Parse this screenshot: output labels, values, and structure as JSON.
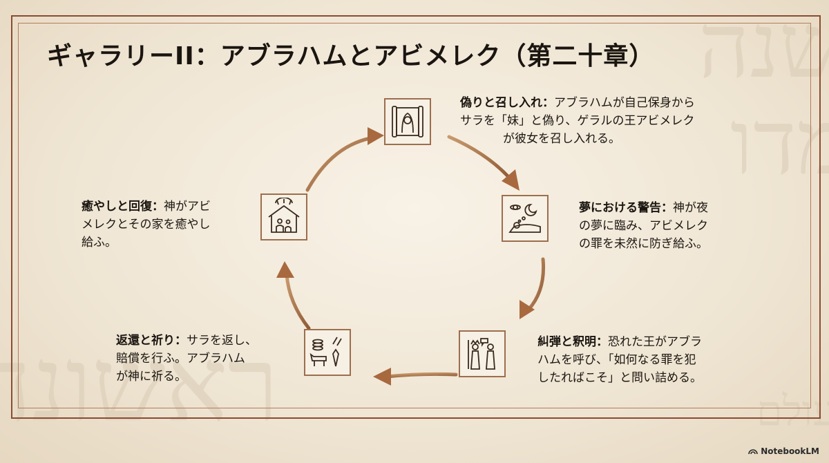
{
  "title": "ギャラリーII：アブラハムとアビメレク（第二十章）",
  "stages": [
    {
      "heading": "偽りと召し入れ",
      "sep": "：",
      "text_lines": [
        "アブラハムが自己保身から",
        "サラを「妹」と偽り、ゲラルの王アビメレク",
        "が彼女を召し入れる。"
      ],
      "icon": "scroll-woman-icon"
    },
    {
      "heading": "夢における警告",
      "sep": "：",
      "text_lines": [
        "神が夜",
        "の夢に臨み、アビメレク",
        "の罪を未然に防ぎ給ふ。"
      ],
      "icon": "dream-sleeper-icon"
    },
    {
      "heading": "糾弾と釈明",
      "sep": "：",
      "text_lines": [
        "恐れた王がアブラ",
        "ハムを呼び、「如何なる罪を犯",
        "したればこそ」と問い詰める。"
      ],
      "icon": "king-confronts-icon"
    },
    {
      "heading": "返還と祈り",
      "sep": "：",
      "text_lines": [
        "サラを返し、",
        "賠償を行ふ。アブラハム",
        "が神に祈る。"
      ],
      "icon": "coins-cattle-prayer-icon"
    },
    {
      "heading": "癒やしと回復",
      "sep": "：",
      "text_lines": [
        "神がアビ",
        "メレクとその家を癒やし",
        "給ふ。"
      ],
      "icon": "healed-house-icon"
    }
  ],
  "branding": {
    "logo_text": "NotebookLM",
    "logo_icon": "notebooklm-icon"
  },
  "colors": {
    "accent": "#9c6e4e",
    "frame": "#8a4b32",
    "arrow": "#b27a4e",
    "background": "#f3ebdd"
  }
}
